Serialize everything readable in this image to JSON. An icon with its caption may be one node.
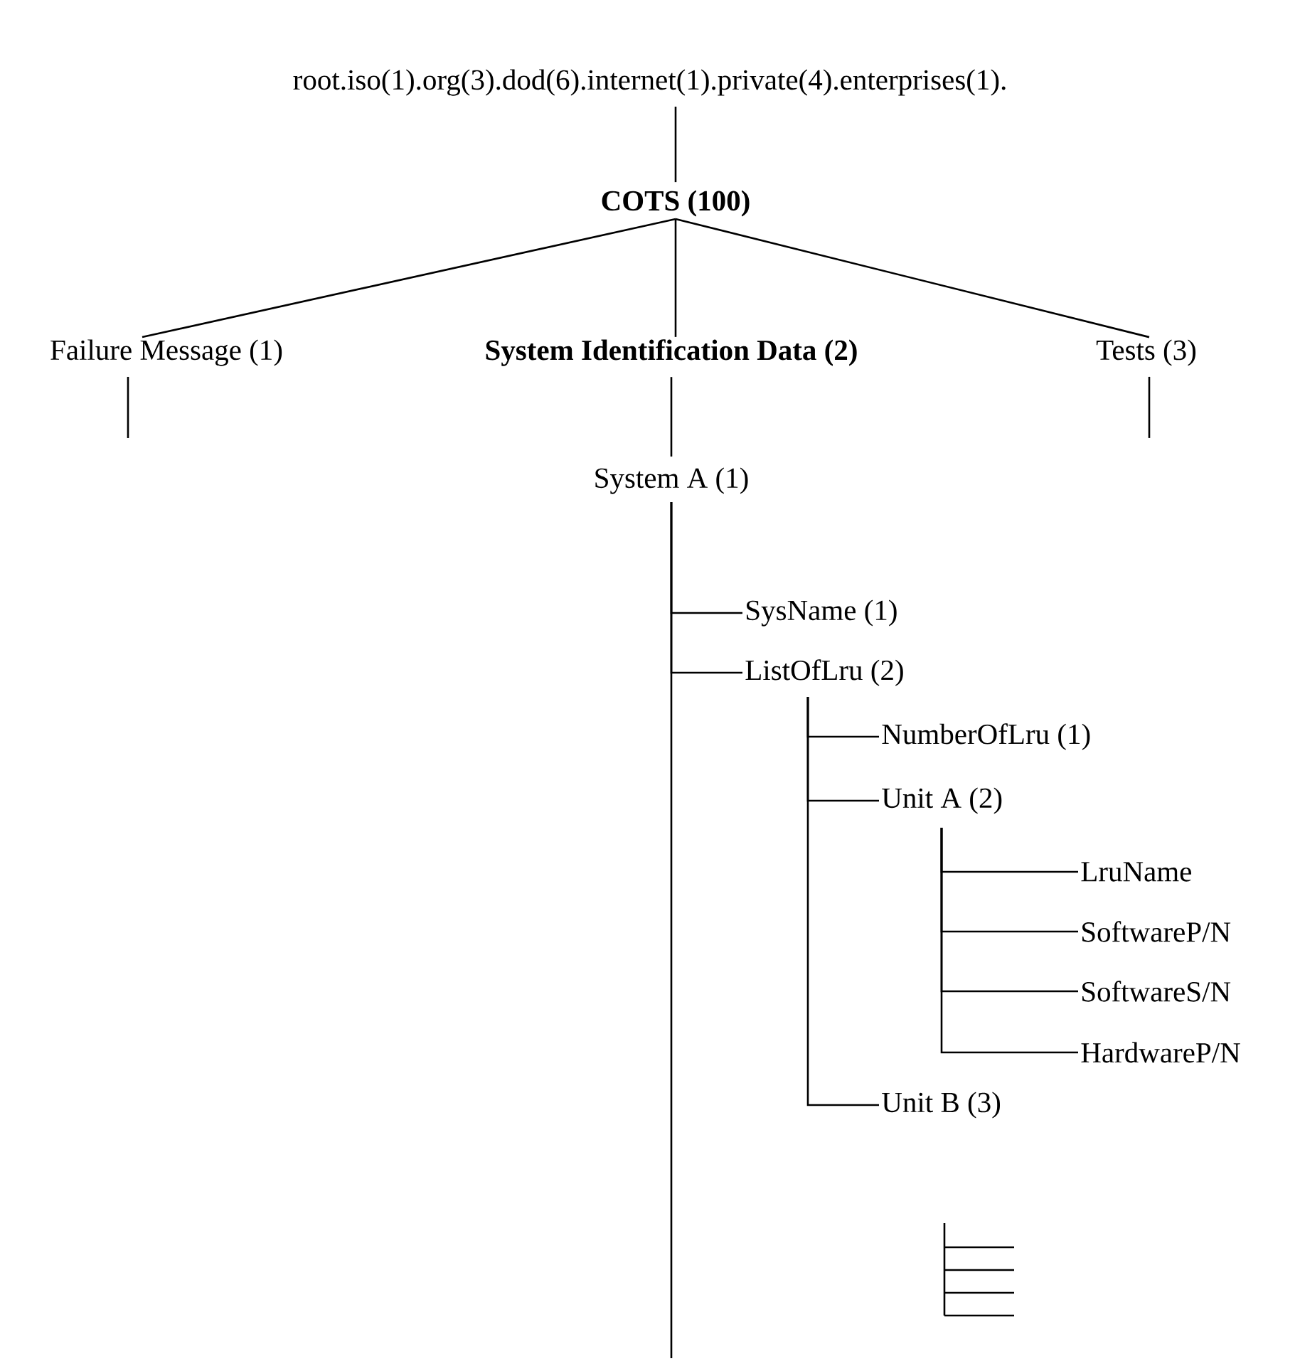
{
  "diagram": {
    "nodes": [
      {
        "text": [
          "root.iso(1).org(3).dod(6).internet(1).private(4).enterprises(1)."
        ]
      },
      {
        "text": [
          "COTS (100)"
        ]
      },
      {
        "text": [
          "Failure Message (1)"
        ]
      },
      {
        "text": [
          "System Identification Data (2)"
        ]
      },
      {
        "text": [
          "Tests (3)"
        ]
      },
      {
        "text": [
          "System A (1)"
        ]
      },
      {
        "text": [
          "SysName (1)"
        ]
      },
      {
        "text": [
          "ListOfLru (2)"
        ]
      },
      {
        "text": [
          "NumberOfLru (1)"
        ]
      },
      {
        "text": [
          "Unit A (2)"
        ]
      },
      {
        "text": [
          "LruName"
        ]
      },
      {
        "text": [
          "SoftwareP/N"
        ]
      },
      {
        "text": [
          "SoftwareS/N"
        ]
      },
      {
        "text": [
          "HardwareP/N"
        ]
      },
      {
        "text": [
          "Unit B (3)"
        ]
      }
    ],
    "edges": [
      {
        "from": 0,
        "to": 1,
        "arrow": "none"
      },
      {
        "from": 1,
        "to": 2,
        "arrow": "none"
      },
      {
        "from": 1,
        "to": 3,
        "arrow": "none"
      },
      {
        "from": 1,
        "to": 4,
        "arrow": "none"
      },
      {
        "from": 2,
        "to": null,
        "arrow": "none"
      },
      {
        "from": 3,
        "to": 5,
        "arrow": "none"
      },
      {
        "from": 4,
        "to": null,
        "arrow": "none"
      },
      {
        "from": 5,
        "to": 6,
        "arrow": "none"
      },
      {
        "from": 5,
        "to": 7,
        "arrow": "none"
      },
      {
        "from": 5,
        "to": null,
        "arrow": "none"
      },
      {
        "from": 7,
        "to": 8,
        "arrow": "none"
      },
      {
        "from": 7,
        "to": 9,
        "arrow": "none"
      },
      {
        "from": 7,
        "to": 14,
        "arrow": "none"
      },
      {
        "from": 9,
        "to": 10,
        "arrow": "none"
      },
      {
        "from": 9,
        "to": 11,
        "arrow": "none"
      },
      {
        "from": 9,
        "to": 12,
        "arrow": "none"
      },
      {
        "from": 9,
        "to": 13,
        "arrow": "none"
      }
    ]
  }
}
